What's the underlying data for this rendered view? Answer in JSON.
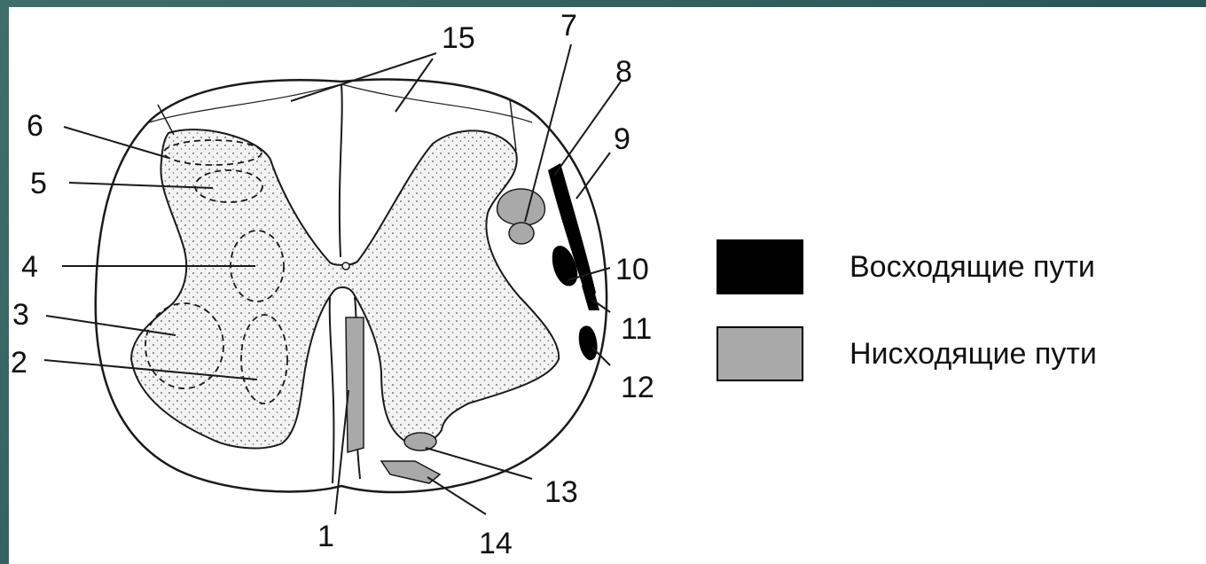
{
  "colors": {
    "frame": "#2e5a5a",
    "panel": "#ffffff",
    "ascending": "#000000",
    "descending": "#a9a9a9",
    "gray_matter": "#f1f1f1",
    "stroke": "#1a1a1a"
  },
  "labels": {
    "l1": "1",
    "l2": "2",
    "l3": "3",
    "l4": "4",
    "l5": "5",
    "l6": "6",
    "l7": "7",
    "l8": "8",
    "l9": "9",
    "l10": "10",
    "l11": "11",
    "l12": "12",
    "l13": "13",
    "l14": "14",
    "l15": "15"
  },
  "legend": {
    "ascending": "Восходящие пути",
    "descending": "Нисходящие пути"
  }
}
